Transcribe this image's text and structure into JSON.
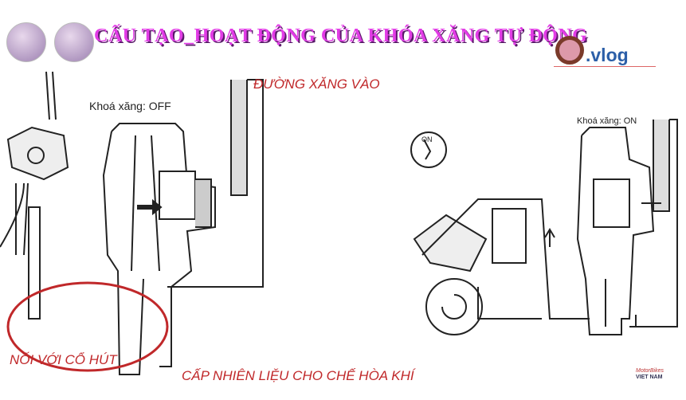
{
  "header": {
    "title": "CẤU TẠO_HOẠT ĐỘNG CỦA KHÓA XĂNG TỰ ĐỘNG",
    "channel_logo_text": ".vlog"
  },
  "diagram": {
    "left_panel": {
      "state_label": "Khoá xăng: OFF",
      "inlet_label": "ĐƯỜNG XĂNG VÀO",
      "vacuum_label": "NỐI VỚI CỔ HÚT",
      "outlet_label": "CẤP NHIÊN LIỆU CHO CHẾ HÒA KHÍ"
    },
    "right_panel": {
      "state_label": "Khoá xăng: ON",
      "switch_label": "ON"
    }
  },
  "watermark": {
    "line1": "MotorBikes",
    "line2": "VIET NAM"
  },
  "colors": {
    "title": "#e23ce6",
    "annotation": "#c0282a",
    "vlog": "#2c5fa8"
  }
}
